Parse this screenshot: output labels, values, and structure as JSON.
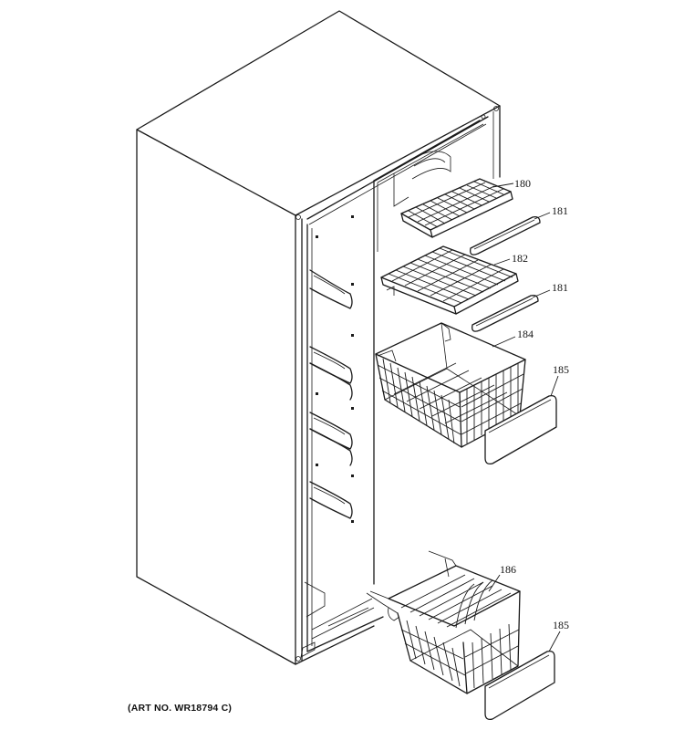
{
  "callouts": {
    "c180": "180",
    "c181a": "181",
    "c182": "182",
    "c181b": "181",
    "c184": "184",
    "c185a": "185",
    "c186": "186",
    "c185b": "185"
  },
  "footer": {
    "art_no": "(ART NO. WR18794 C)"
  }
}
